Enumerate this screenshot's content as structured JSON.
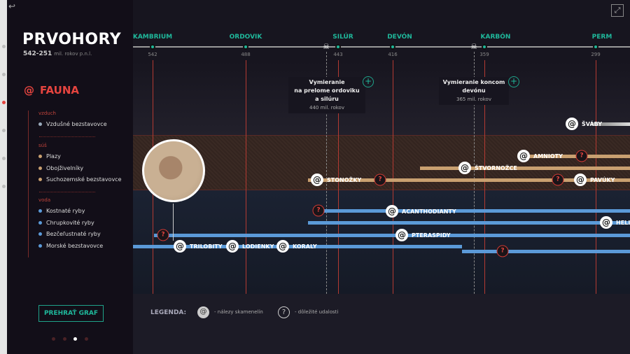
{
  "sidebar": {
    "title": "PRVOHORY",
    "range": "542-251",
    "range_unit": "mil. rokov p.n.l.",
    "section": "FAUNA",
    "groups": [
      {
        "label": "vzduch",
        "items": [
          "Vzdušné bezstavovce"
        ]
      },
      {
        "label": "súš",
        "items": [
          "Plazy",
          "Obojživelníky",
          "Suchozemské bezstavovce"
        ]
      },
      {
        "label": "voda",
        "items": [
          "Kostnaté ryby",
          "Chrupkovité ryby",
          "Bezčeľustnaté ryby",
          "Morské bezstavovce"
        ]
      }
    ],
    "play_button": "PREHRAŤ GRAF"
  },
  "timeline": {
    "periods": [
      {
        "name": "KAMBRIUM",
        "year": "542"
      },
      {
        "name": "ORDOVIK",
        "year": "488"
      },
      {
        "name": "SILÚR",
        "year": "443"
      },
      {
        "name": "DEVÓN",
        "year": "416"
      },
      {
        "name": "KARBÓN",
        "year": "359"
      },
      {
        "name": "PERM",
        "year": "299"
      }
    ],
    "extinctions": [
      {
        "l1": "Vymieranie",
        "l2": "na prelome ordoviku",
        "l3": "a silúru",
        "time": "440 mil. rokov"
      },
      {
        "l1": "Vymieranie koncom",
        "l2": "devónu",
        "l3": "",
        "time": "365 mil. rokov"
      }
    ]
  },
  "nodes": {
    "trilobity": "TRILOBITY",
    "lodienky": "LODIENKY",
    "koraly": "KORALY",
    "stonozky": "STONOŽKY",
    "stvornozce": "ŠTVORNOŽCE",
    "amnioty": "AMNIOTY",
    "pavuky": "PAVÚKY",
    "svaby": "ŠVÁBY",
    "acanthodianty": "ACANTHODIANTY",
    "heli": "HELI",
    "pteraspidy": "PTERASPIDY"
  },
  "legend": {
    "label": "LEGENDA:",
    "fossil": "- nálezy skamenelín",
    "event": "- dôležité udalosti",
    "q": "?"
  },
  "colors": {
    "accent": "#1fb89b",
    "red": "#e5443f",
    "land": "#c9a070",
    "water": "#5b9ad8"
  }
}
